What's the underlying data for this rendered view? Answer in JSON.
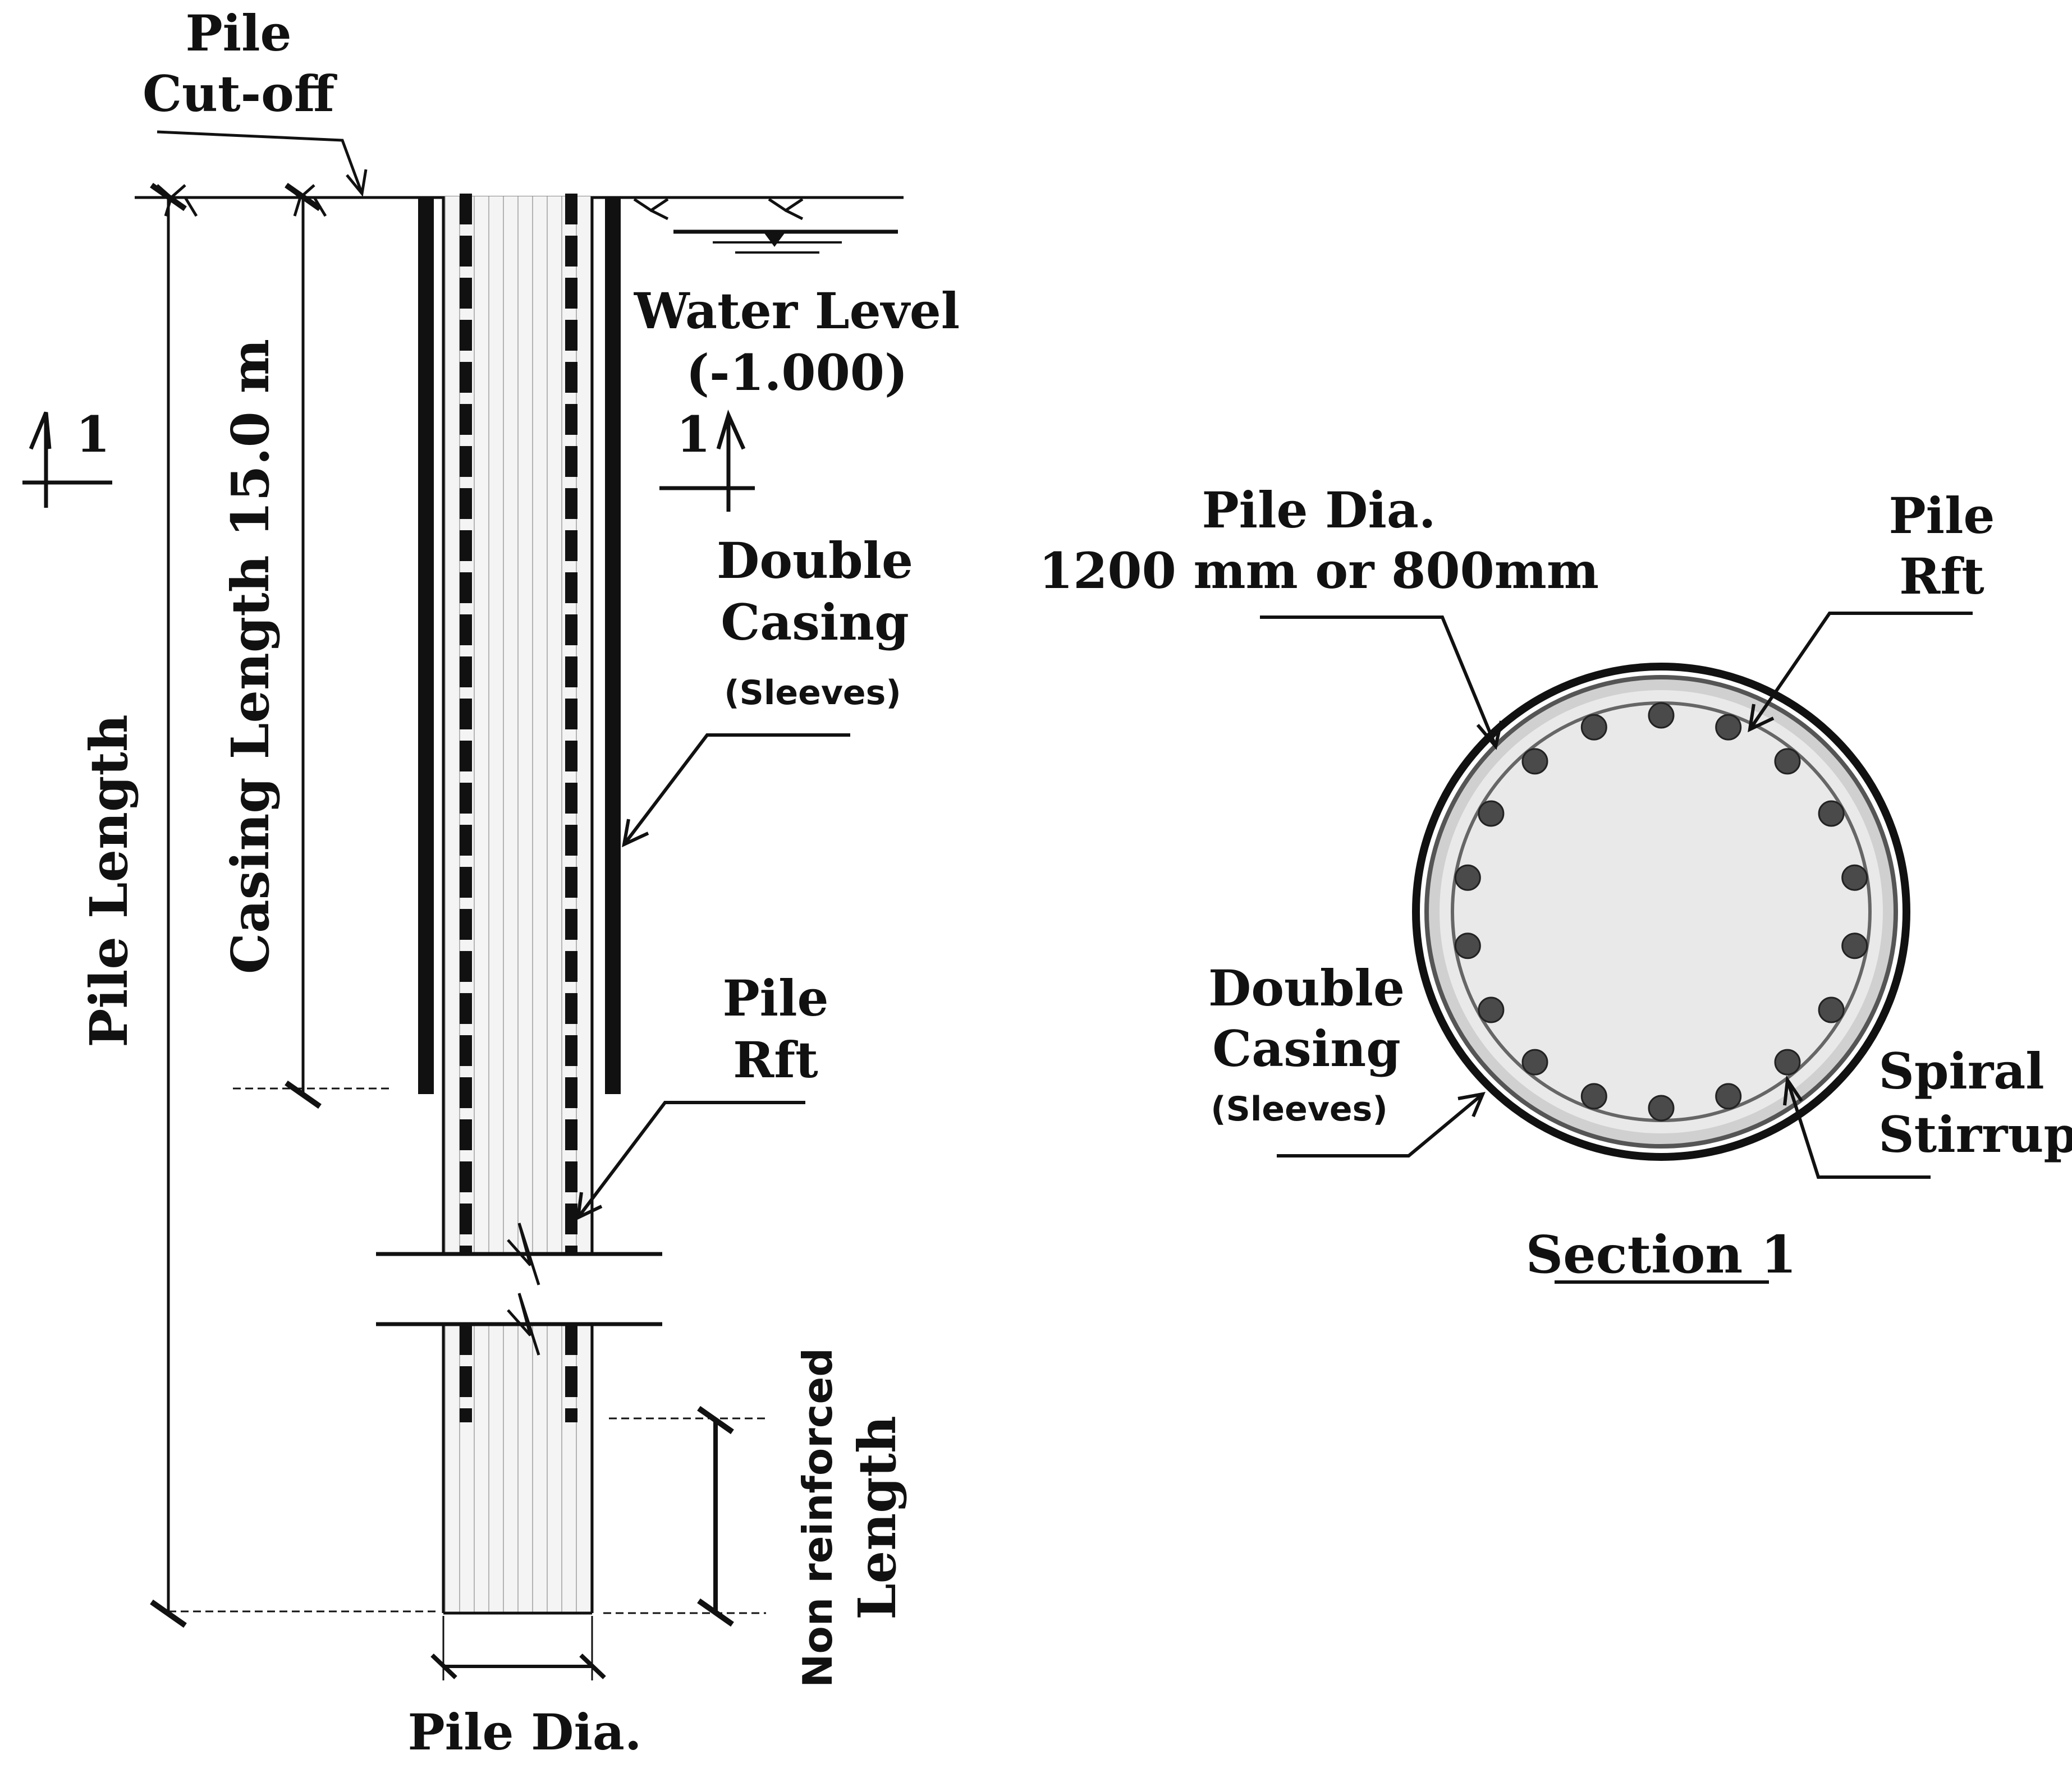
{
  "elevation": {
    "pile_cutoff": [
      "Pile",
      "Cut-off"
    ],
    "water_level": [
      "Water Level",
      "(-1.000)"
    ],
    "section_mark": "1",
    "casing_length": "Casing Length 15.0 m",
    "pile_length": "Pile Length",
    "double_casing": [
      "Double",
      "Casing"
    ],
    "sleeves": "(Sleeves)",
    "pile_rft": [
      "Pile",
      "Rft"
    ],
    "non_reinforced": [
      "Non reinforced",
      "Length"
    ],
    "pile_dia": "Pile Dia."
  },
  "section": {
    "pile_dia": [
      "Pile Dia.",
      "1200 mm or 800mm"
    ],
    "pile_rft": [
      "Pile",
      "Rft"
    ],
    "double_casing": [
      "Double",
      "Casing"
    ],
    "sleeves": "(Sleeves)",
    "spiral_stirrup": [
      "Spiral",
      "Stirrup"
    ],
    "title": "Section 1",
    "bar_count": 18
  }
}
